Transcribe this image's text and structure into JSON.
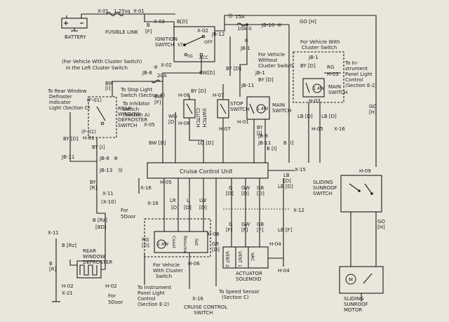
{
  "labels": {
    "battery": "BATTERY",
    "x01_a": "X-01",
    "wire_125": "1.25sq",
    "x01_b": "X-01",
    "fusible_link": "FUSIBLE LINK",
    "b_1": "B",
    "x03": "X-03",
    "f_1": "[F]",
    "ign_switch": "IGNITION",
    "ign_switch2": "SWITCH",
    "x02a": "X-02",
    "x02b": "X-02",
    "st": "ST",
    "ig": "IG",
    "acc": "ACC",
    "off": "OFF",
    "bd_1": "B[D]",
    "bw_d": "BW[D]",
    "jb12": "JB-12",
    "fuse_15a": "15A",
    "circ12": "⑫",
    "fuse_10a": "10A",
    "circ1": "①",
    "jb10": "JB-10",
    "circ10": "⑩",
    "go_h": "GO [H]",
    "circ8": "⑧",
    "jb1": "JB-1",
    "for_no_cluster": "For Vehicle",
    "for_no_cluster2": "Without",
    "for_no_cluster3": "Cluster Switch",
    "jb8_top": "JB-8",
    "fuse_20a": "20A",
    "circ_b": "⑥",
    "for_cluster_left": "(For Vehicle With Cluster Switch)",
    "in_left_cluster": "In the Left Cluster Switch",
    "bw_i": "BW",
    "bw_i2": "[I]",
    "f01": "(F-01)",
    "rear_def_sw": "REAR",
    "rear_def_sw2": "WINDOW",
    "rear_def_sw3": "DEFROSTER",
    "rear_def_sw4": "SWITCH",
    "rear_ind": "To Rear Window",
    "rear_ind2": "Defroster",
    "rear_ind3": "Indicator",
    "rear_ind4": "Light (Section C)",
    "to_stop": "To Stop Light",
    "to_stop2": "Switch (Section F)",
    "to_inhib": "To Inhibitor",
    "to_inhib2": "Switch",
    "to_inhib3": "(Section A)",
    "h08": "H-08",
    "h07": "H-07",
    "by_d1": "BY [D]",
    "by_d2": "BY [D]",
    "bw_f": "BW",
    "bw_f2": "[F]",
    "clutch": "CLUTCH",
    "clutch2": "SWITCH",
    "stop_sw": "STOP",
    "stop_sw2": "SWITCH",
    "wg_d": "WG",
    "wg_d2": "[D]",
    "x05": "X-05",
    "bw_d2": "BW [D]",
    "lo_d": "LO [D]",
    "h07b": "H-07",
    "h08b": "H-08",
    "by_i": "BY",
    "by_i2": "[I]",
    "h01": "(F-01)",
    "h01b": "H-01",
    "by_i3": "BY [I]",
    "jb11": "JB-11",
    "jb8b": "JB-8",
    "circ8b": "⑧",
    "jb13": "JB-13",
    "circ13": "⑬",
    "by_r": "BY",
    "by_r2": "[R]",
    "x11": "X-11",
    "x10": "(X-10)",
    "for5": "For",
    "for5b": "5Door",
    "b_rz": "B [Rz]",
    "bd_bd": "[BD]",
    "main_sw_nc": "MAIN",
    "main_sw_nc2": "SWITCH",
    "h01c": "H-01",
    "h03a": "H-03",
    "jb1b": "JB-1",
    "by_d3": "BY [D]",
    "jb11b": "JB-11",
    "jb8c": "JB-8",
    "b_i": "B [I]",
    "b_i2": "B [I]",
    "lb_d": "LB",
    "lb_d2": "[D]",
    "x15": "X-15",
    "for_cluster": "For Vehicle With",
    "for_cluster2": "Cluster Switch",
    "jb1c": "JB-1",
    "by_d4": "BY [D]",
    "rg": "RG",
    "h03b": "H-03",
    "to_instr": "To In-",
    "to_instr2": "strument",
    "to_instr3": "Panel Light",
    "to_instr4": "Control",
    "to_instr5": "(Section E-2)",
    "main_sw_c": "MAIN",
    "main_sw_c2": "SWITCH",
    "lb_d3": "LB [D]",
    "lb_d4": "LB [D]",
    "h05": "H-05",
    "x16": "X-16",
    "go_h2": "GO",
    "go_h3": "[H]",
    "ccu": "Cruise Control Unit",
    "h05b": "H-05",
    "x16b": "X-16",
    "lr": "LR",
    "lr2": "[D]",
    "l_d": "L",
    "l_d2": "[D]",
    "lw": "LW",
    "lw2": "[D]",
    "g_d": "G",
    "g_d2": "[D]",
    "gw_d": "GW",
    "gw_d2": "[D]",
    "gb_d": "GB",
    "gb_d2": "[D]",
    "lb_d5": "LB [D]",
    "x12": "X-12",
    "g_f": "G",
    "g_f2": "[F]",
    "gw_f": "GW",
    "gw_f2": "[F]",
    "gb_f": "GB",
    "gb_f2": "[F]",
    "lb_f": "LB [F]",
    "h06": "H-06",
    "h06b": "H-06",
    "rg_d": "RG",
    "rg_d2": "[D]",
    "gr": "GR",
    "gr2": "[D]",
    "coast": "Coast",
    "resume": "Resume",
    "set": "Set",
    "cruise_for": "For Vehicle",
    "cruise_for2": "With Cluster",
    "cruise_for3": "Switch",
    "to_instr_b": "To Instrument",
    "to_instr_b2": "Panel Light",
    "to_instr_b3": "Control",
    "to_instr_b4": "(Section E-2)",
    "x16c": "X-16",
    "cruise_sw": "CRUISE CONTROL",
    "cruise_sw2": "SWITCH",
    "to_speed": "To Speed Sensor",
    "to_speed2": "(Section C)",
    "h04": "H-04",
    "h04b": "H-04",
    "vent2": "VENT 2",
    "vent1": "VENT 1",
    "vac": "VAC",
    "actuator": "ACTUATOR",
    "actuator2": "SOLENOID",
    "x11b": "X-11",
    "b_rz2": "B [Rz]",
    "rear_def": "REAR",
    "rear_def2": "WINDOW",
    "rear_def3": "DEFROSTER",
    "h02a": "H-02",
    "h02b": "H-02",
    "x21": "X-21",
    "for5c": "For",
    "for5d": "5Door",
    "b_r": "B",
    "b_r2": "[R]",
    "sunroof_sw": "SLIDING",
    "sunroof_sw2": "SUNROOF",
    "sunroof_sw3": "SWITCH",
    "h09": "H-09",
    "go_h4": "GO",
    "go_h5": "[H]",
    "sunroof_motor": "SLIDING",
    "sunroof_motor2": "SUNROOF",
    "sunroof_motor3": "MOTOR",
    "motor_m": "M",
    "lamp": "1.4W",
    "lamp2": "1.4W",
    "lamp3": "1.4W"
  },
  "colors": {
    "ink": "#1c1b18",
    "paper": "#e9e6dc"
  }
}
